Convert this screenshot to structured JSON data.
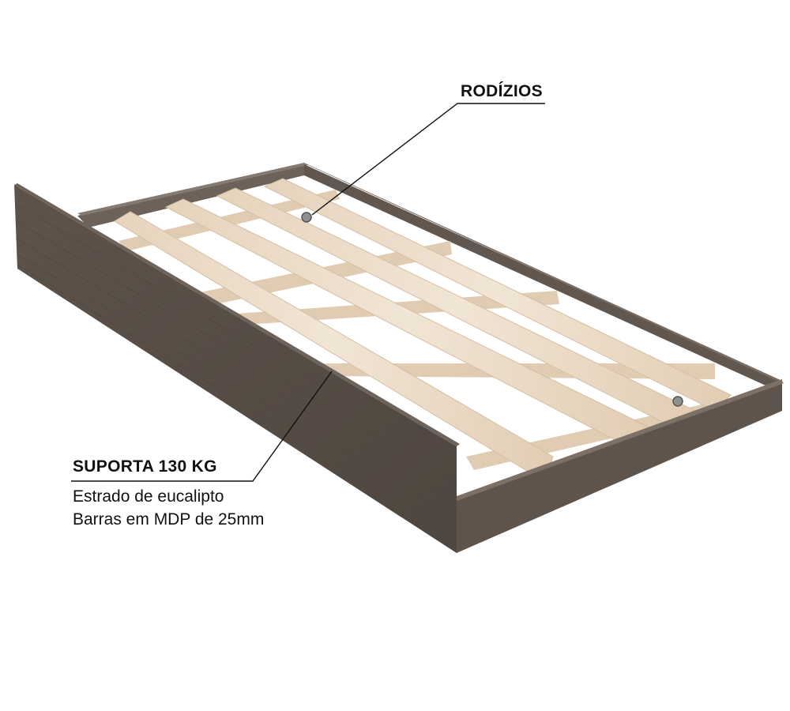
{
  "annotations": {
    "casters_title": "RODÍZIOS",
    "support_title": "SUPORTA 130 KG",
    "support_line1": "Estrado de eucalipto",
    "support_line2": "Barras em MDP de 25mm"
  },
  "colors": {
    "frame_dark": "#574d45",
    "frame_mid": "#6a5f56",
    "frame_light": "#7c7067",
    "slat": "#ead9c4",
    "slat_edge": "#d8c3a8",
    "background": "#ffffff",
    "leader_line": "#111111",
    "caster": "#8f8f8f"
  }
}
